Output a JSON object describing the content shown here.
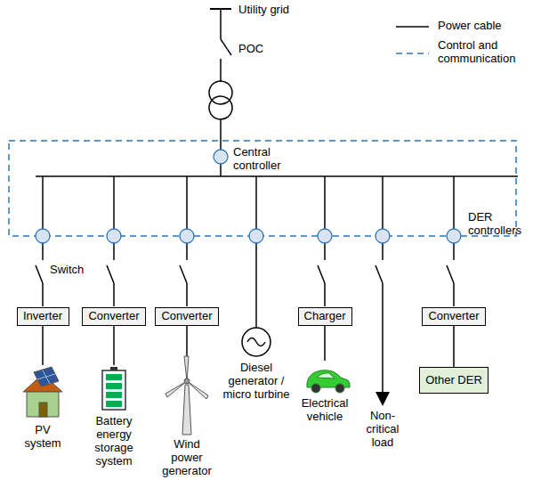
{
  "diagram": {
    "nodes": [
      {
        "text": [
          "Inverter"
        ]
      },
      {
        "text": [
          "Converter"
        ]
      },
      {
        "text": [
          "Converter"
        ]
      },
      {
        "text": [
          "Charger"
        ]
      },
      {
        "text": [
          "Converter"
        ]
      },
      {
        "text": [
          "Other DER"
        ]
      }
    ],
    "edges": [
      {
        "from": 4,
        "to": 5,
        "arrow": "none"
      }
    ],
    "labels": [
      "Utility grid",
      "POC",
      "Central controller",
      "DER controllers",
      "Switch",
      "PV system",
      "Battery energy storage system",
      "Wind power generator",
      "Diesel generator / micro turbine",
      "Electrical vehicle",
      "Non-critical load"
    ],
    "legend": [
      {
        "text": "Power cable"
      },
      {
        "text": "Control and communication"
      }
    ]
  }
}
